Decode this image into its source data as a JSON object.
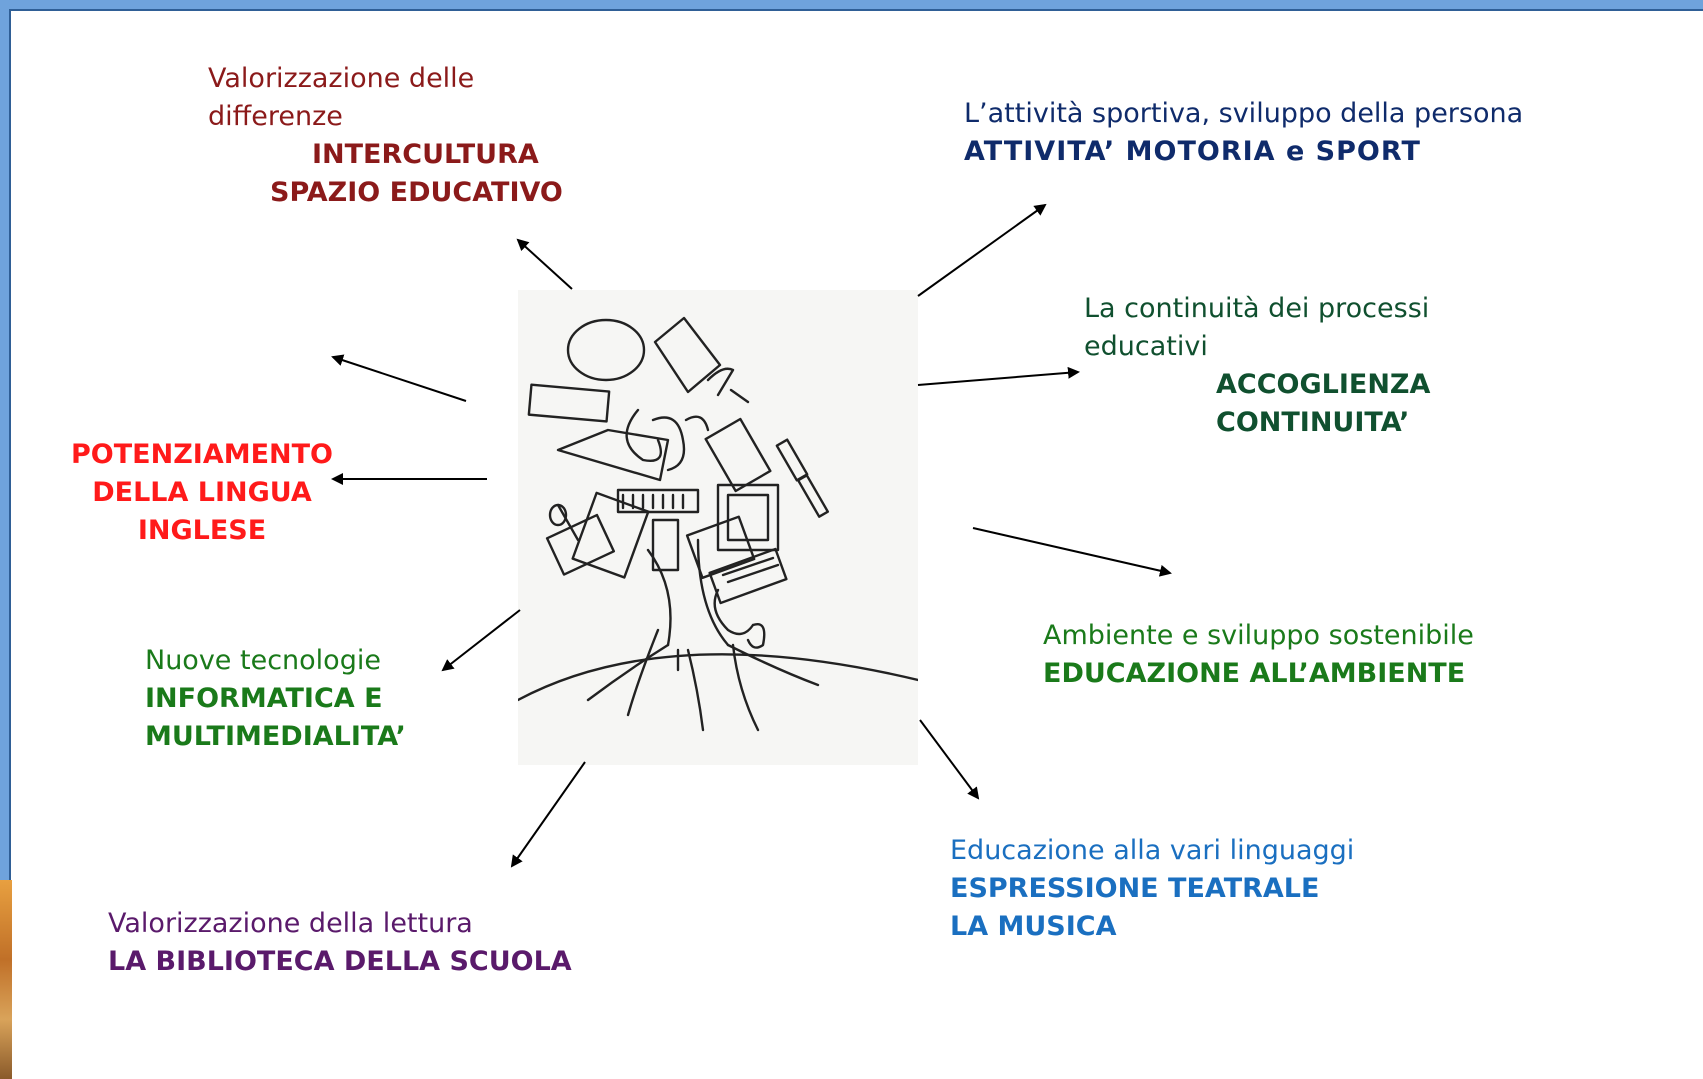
{
  "labels": {
    "intercultura": {
      "line1": "Valorizzazione delle",
      "line2": "differenze",
      "b1": "INTERCULTURA",
      "b2": "SPAZIO EDUCATIVO",
      "color": "#8b1a1a"
    },
    "sport": {
      "line1": "L’attività sportiva, sviluppo della persona",
      "b1": "ATTIVITA’  MOTORIA e SPORT",
      "color": "#0f2b6b"
    },
    "continuita": {
      "line1": "La continuità dei processi",
      "line2": "educativi",
      "b1": "ACCOGLIENZA",
      "b2": "CONTINUITA’",
      "color": "#10502f"
    },
    "inglese": {
      "b1": "POTENZIAMENTO",
      "b2": "DELLA LINGUA",
      "b3": "INGLESE",
      "color": "#ff1a1a"
    },
    "ambiente": {
      "line1": "Ambiente e sviluppo sostenibile",
      "b1": "EDUCAZIONE ALL’AMBIENTE",
      "color": "#1a7a1a"
    },
    "tecnologie": {
      "line1": "Nuove tecnologie",
      "b1": "INFORMATICA E",
      "b2": "MULTIMEDIALITA’",
      "color": "#1a7a1a"
    },
    "linguaggi": {
      "line1": "Educazione alla vari linguaggi",
      "b1": "ESPRESSIONE TEATRALE",
      "b2": "LA MUSICA",
      "color": "#1a6fc0"
    },
    "lettura": {
      "line1": "Valorizzazione della lettura",
      "b1": "LA BIBLIOTECA DELLA SCUOLA",
      "color": "#5a1a6b"
    }
  },
  "icons": {
    "center": "tree-drawing-icon"
  },
  "colors": {
    "frame": "#6fa3dc",
    "arrow": "#000000"
  }
}
